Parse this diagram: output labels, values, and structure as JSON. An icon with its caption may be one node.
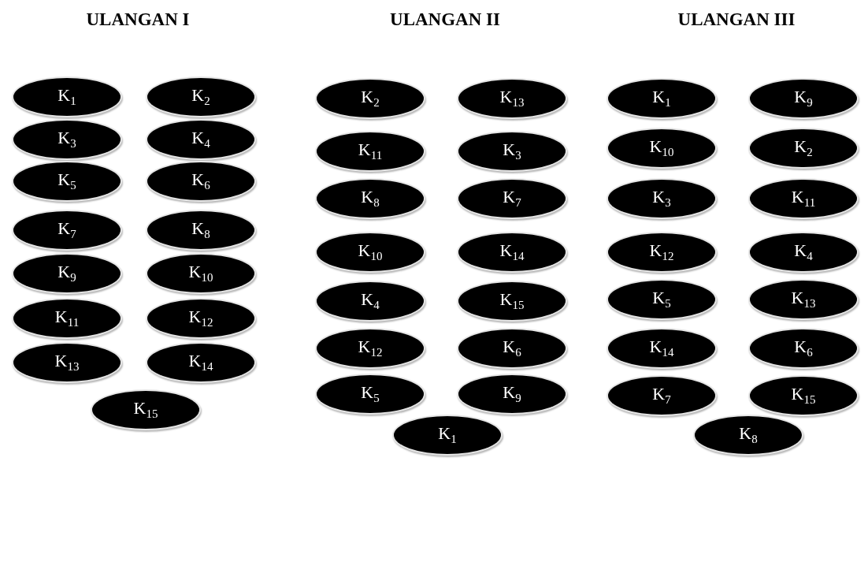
{
  "diagram": {
    "nodes": [
      {
        "text": [
          "K$_{1}$"
        ]
      },
      {
        "text": [
          "K$_{2}$"
        ]
      },
      {
        "text": [
          "K$_{3}$"
        ]
      },
      {
        "text": [
          "K$_{4}$"
        ]
      },
      {
        "text": [
          "K$_{5}$"
        ]
      },
      {
        "text": [
          "K$_{6}$"
        ]
      },
      {
        "text": [
          "K$_{7}$"
        ]
      },
      {
        "text": [
          "K$_{8}$"
        ]
      },
      {
        "text": [
          "K$_{9}$"
        ]
      },
      {
        "text": [
          "K$_{10}$"
        ]
      },
      {
        "text": [
          "K$_{11}$"
        ]
      },
      {
        "text": [
          "K$_{12}$"
        ]
      },
      {
        "text": [
          "K$_{13}$"
        ]
      },
      {
        "text": [
          "K$_{14}$"
        ]
      },
      {
        "text": [
          "K$_{15}$"
        ]
      },
      {
        "text": [
          "K$_{2}$"
        ]
      },
      {
        "text": [
          "K$_{13}$"
        ]
      },
      {
        "text": [
          "K$_{11}$"
        ]
      },
      {
        "text": [
          "K$_{3}$"
        ]
      },
      {
        "text": [
          "K$_{8}$"
        ]
      },
      {
        "text": [
          "K$_{7}$"
        ]
      },
      {
        "text": [
          "K$_{10}$"
        ]
      },
      {
        "text": [
          "K$_{14}$"
        ]
      },
      {
        "text": [
          "K$_{4}$"
        ]
      },
      {
        "text": [
          "K$_{15}$"
        ]
      },
      {
        "text": [
          "K$_{12}$"
        ]
      },
      {
        "text": [
          "K$_{6}$"
        ]
      },
      {
        "text": [
          "K$_{5}$"
        ]
      },
      {
        "text": [
          "K$_{9}$"
        ]
      },
      {
        "text": [
          "K$_{1}$"
        ]
      },
      {
        "text": [
          "K$_{1}$"
        ]
      },
      {
        "text": [
          "K$_{9}$"
        ]
      },
      {
        "text": [
          "K$_{10}$"
        ]
      },
      {
        "text": [
          "K$_{2}$"
        ]
      },
      {
        "text": [
          "K$_{3}$"
        ]
      },
      {
        "text": [
          "K$_{11}$"
        ]
      },
      {
        "text": [
          "K$_{12}$"
        ]
      },
      {
        "text": [
          "K$_{4}$"
        ]
      },
      {
        "text": [
          "K$_{5}$"
        ]
      },
      {
        "text": [
          "K$_{13}$"
        ]
      },
      {
        "text": [
          "K$_{14}$"
        ]
      },
      {
        "text": [
          "K$_{6}$"
        ]
      },
      {
        "text": [
          "K$_{7}$"
        ]
      },
      {
        "text": [
          "K$_{15}$"
        ]
      },
      {
        "text": [
          "K$_{8}$"
        ]
      }
    ],
    "labels": [
      "ULANGAN I",
      "ULANGAN II",
      "ULANGAN III"
    ]
  }
}
